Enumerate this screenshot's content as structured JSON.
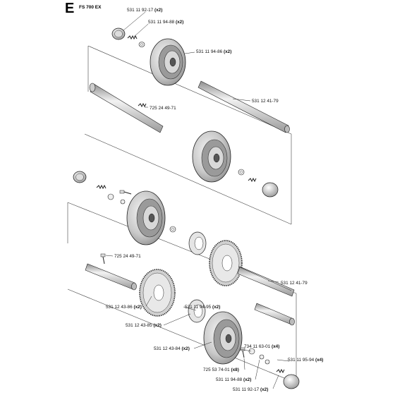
{
  "header": {
    "section_letter": "E",
    "model": "FS 700 EX"
  },
  "parts": [
    {
      "id": "p1",
      "number": "531 11 92-17",
      "qty": "(x2)"
    },
    {
      "id": "p2",
      "number": "531 11 94-88",
      "qty": "(x2)"
    },
    {
      "id": "p3",
      "number": "531 11 94-86",
      "qty": "(x2)"
    },
    {
      "id": "p4",
      "number": "531 12 41-79",
      "qty": ""
    },
    {
      "id": "p5",
      "number": "725 24 49-71",
      "qty": ""
    },
    {
      "id": "p6",
      "number": "725 24 49-71",
      "qty": ""
    },
    {
      "id": "p7",
      "number": "531 12 41-79",
      "qty": ""
    },
    {
      "id": "p8",
      "number": "531 12 43-86",
      "qty": "(x2)"
    },
    {
      "id": "p9",
      "number": "531 11 94-95",
      "qty": "(x2)"
    },
    {
      "id": "p10",
      "number": "531 12 43-85",
      "qty": "(x2)"
    },
    {
      "id": "p11",
      "number": "734 11 63-01",
      "qty": "(x4)"
    },
    {
      "id": "p12",
      "number": "531 12 43-84",
      "qty": "(x2)"
    },
    {
      "id": "p13",
      "number": "531 11 95-94",
      "qty": "(x4)"
    },
    {
      "id": "p14",
      "number": "725 53 74-01",
      "qty": "(x8)"
    },
    {
      "id": "p15",
      "number": "531 11 94-88",
      "qty": "(x2)"
    },
    {
      "id": "p16",
      "number": "531 11 92-17",
      "qty": "(x2)"
    }
  ]
}
